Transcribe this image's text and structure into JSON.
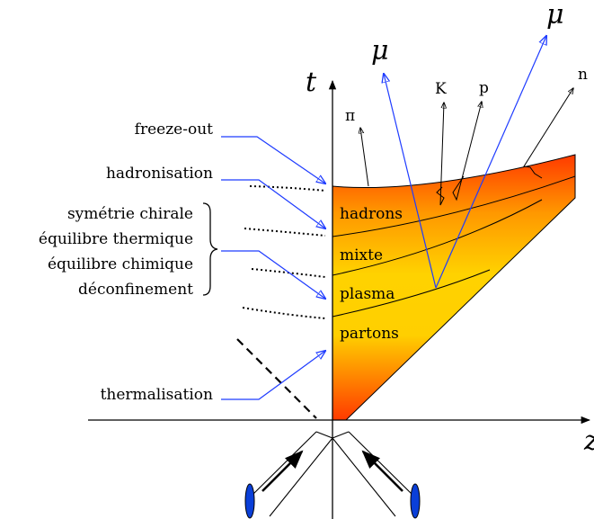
{
  "axes": {
    "t_label": "t",
    "z_label": "z"
  },
  "stages": {
    "left": [
      "freeze-out",
      "hadronisation",
      "symétrie chirale",
      "équilibre thermique",
      "équilibre chimique",
      "déconfinement",
      "thermalisation"
    ],
    "inner": [
      "hadrons",
      "mixte",
      "plasma",
      "partons"
    ]
  },
  "particles": {
    "pi": "π",
    "K": "K",
    "p": "p",
    "n": "n",
    "mu": "μ"
  },
  "colors": {
    "accent_blue": "#1f3cff",
    "gradient_top": "#ff3a00",
    "gradient_mid": "#ffcf00",
    "beam_blue": "#0a3fd8"
  }
}
